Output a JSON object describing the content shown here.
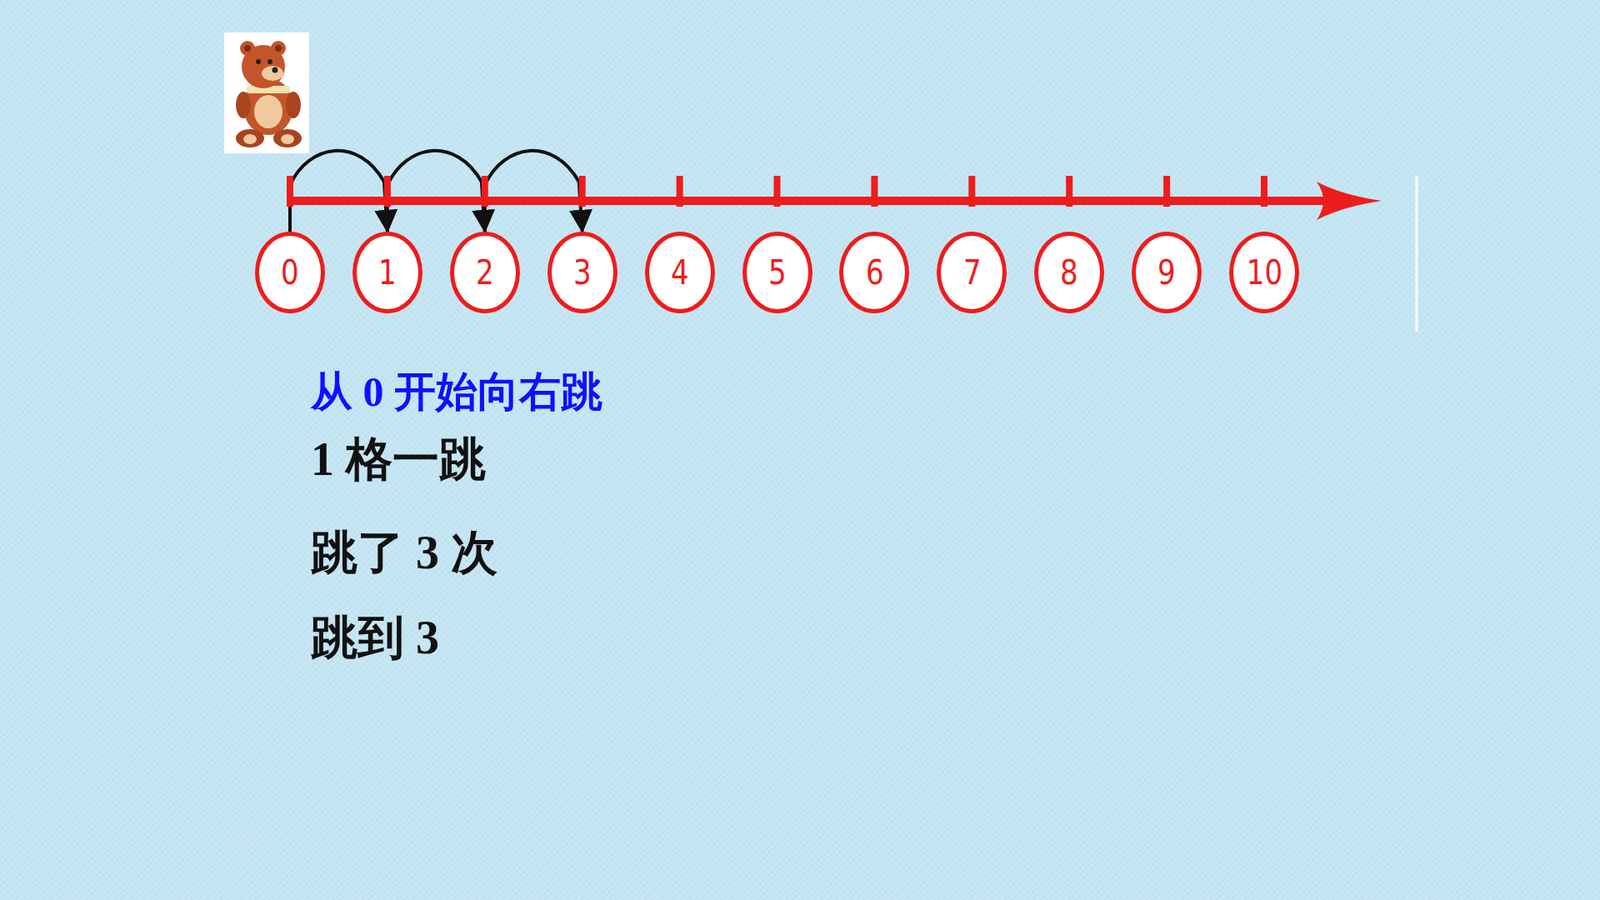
{
  "diagram": {
    "nodes": [
      {
        "text": [
          "0"
        ]
      },
      {
        "text": [
          "1"
        ]
      },
      {
        "text": [
          "2"
        ]
      },
      {
        "text": [
          "3"
        ]
      },
      {
        "text": [
          "4"
        ]
      },
      {
        "text": [
          "5"
        ]
      },
      {
        "text": [
          "6"
        ]
      },
      {
        "text": [
          "7"
        ]
      },
      {
        "text": [
          "8"
        ]
      },
      {
        "text": [
          "9"
        ]
      },
      {
        "text": [
          "10"
        ]
      }
    ],
    "edges": [
      {
        "from": 0,
        "to": 1,
        "arrow": "to"
      },
      {
        "from": 1,
        "to": 2,
        "arrow": "to"
      },
      {
        "from": 2,
        "to": 3,
        "arrow": "to"
      }
    ],
    "labels": [
      "从 0 开始向右跳",
      "1 格一跳",
      "跳了 3 次",
      "跳到 3"
    ]
  }
}
